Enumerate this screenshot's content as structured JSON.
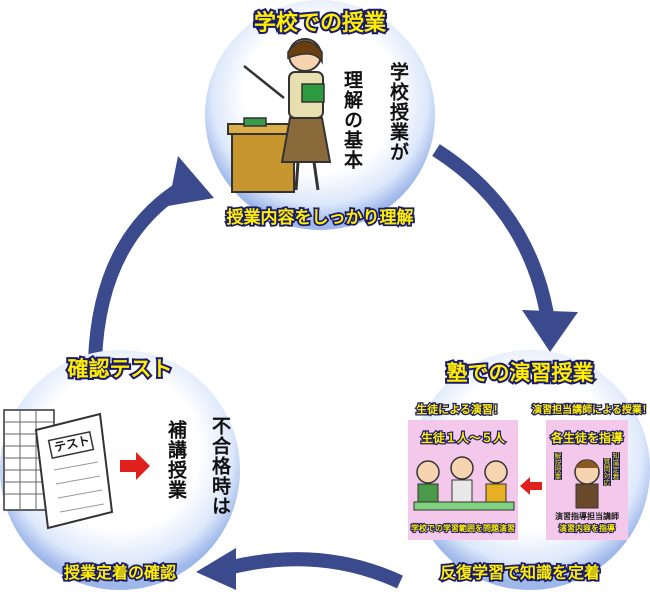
{
  "top": {
    "title": "学校での授業",
    "subtitle": "授業内容をしっかり理解",
    "vertical_1": "学校授業が",
    "vertical_2": "理解の基本"
  },
  "right": {
    "title": "塾での演習授業",
    "subtitle": "反復学習で知識を定着",
    "left_header": "生徒による演習！",
    "right_header": "演習担当講師による授業！",
    "students_label": "生徒１人～５人",
    "students_caption": "学校での学習範囲を問題演習",
    "teacher_label": "各生徒を指導",
    "teacher_caption_1": "演習指導担当講師",
    "teacher_caption_2": "演習内容を指導",
    "badge_1": "知識定着",
    "badge_2": "解説授業",
    "badge_3": "質問対応"
  },
  "left": {
    "title": "確認テスト",
    "subtitle": "授業定着の確認",
    "test_label": "テスト",
    "vertical_1": "不合格時は",
    "vertical_2": "補講授業"
  },
  "colors": {
    "arrow": "#3a4a8c",
    "title_fill": "#ffee00",
    "title_stroke": "#1a1a6e",
    "circle_edge": "#7f9fdc",
    "panel_pink": "#f4c8ea",
    "red_arrow": "#e0201c"
  }
}
